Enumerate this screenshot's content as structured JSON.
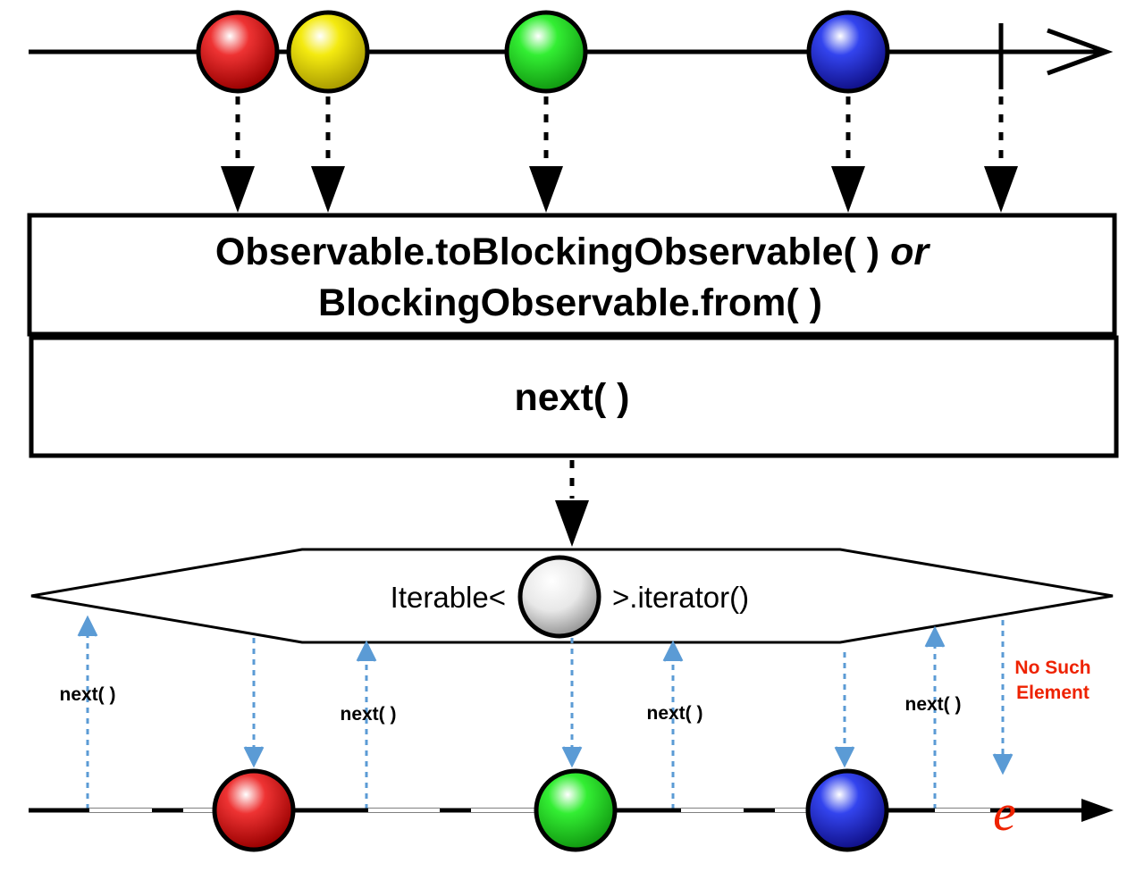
{
  "operator": {
    "line1": "Observable.toBlockingObservable( )",
    "line1_or": "or",
    "line2": "BlockingObservable.from( )",
    "method": "next( )"
  },
  "iterator": {
    "prefix": "Iterable<",
    "suffix": ">.iterator()"
  },
  "calls": {
    "label": "next( )"
  },
  "error": {
    "line1": "No Such",
    "line2": "Element",
    "symbol": "e",
    "color": "#ee2200"
  },
  "colors": {
    "red": "#e02020",
    "yellow": "#f2e600",
    "green": "#22dd22",
    "blue": "#2233ee",
    "grey": "#d8d8d8",
    "arrow_blue": "#5b9bd5"
  },
  "source_items": [
    "red",
    "yellow",
    "green",
    "blue"
  ],
  "output_items": [
    "red",
    "green",
    "blue"
  ]
}
